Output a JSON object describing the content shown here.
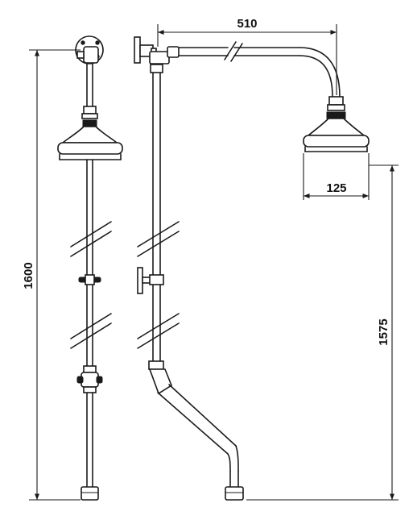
{
  "dimensions": {
    "head_arm_length": "510",
    "head_diameter": "125",
    "overall_height": "1600",
    "head_height": "1575"
  },
  "colors": {
    "line": "#1a1a1a",
    "background": "#ffffff"
  }
}
